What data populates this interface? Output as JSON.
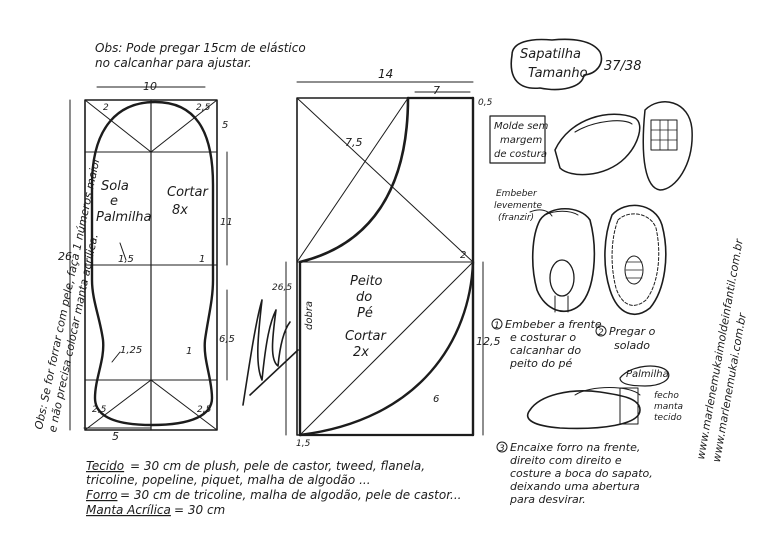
{
  "header_note": {
    "line1": "Obs: Pode pregar 15cm de elástico",
    "line2": "no calcanhar para ajustar."
  },
  "side_note": {
    "line1": "Obs: Se for forrar com pele, faça 1 números maior",
    "line2": "e não precisa colocar manta acrílica."
  },
  "sole_piece": {
    "label_a": "Sola",
    "label_b": "e",
    "label_c": "Palmilha",
    "cut_a": "Cortar",
    "cut_b": "8x",
    "dim_width": "10",
    "dim_height": "26",
    "dim_2_top": "2",
    "dim_25_top": "2,5",
    "dim_5": "5",
    "dim_11": "11",
    "dim_65": "6,5",
    "dim_15": "1,5",
    "dim_1_top": "1",
    "dim_125": "1,25",
    "dim_1_bottom": "1",
    "dim_25_bl": "2,5",
    "dim_25_br": "2,5",
    "dim_bottom_5": "5"
  },
  "upper_piece": {
    "label_a": "Peito",
    "label_b": "do",
    "label_c": "Pé",
    "cut_a": "Cortar",
    "cut_b": "2x",
    "dobra": "dobra",
    "dim_14": "14",
    "dim_7": "7",
    "dim_05": "0,5",
    "dim_75": "7,5",
    "dim_2": "2",
    "dim_265": "26,5",
    "dim_125": "12,5",
    "dim_6": "6",
    "dim_15": "1,5"
  },
  "title": {
    "line1": "Sapatilha",
    "line2": "Tamanho",
    "size": "37/38"
  },
  "molde_box": {
    "line1": "Molde sem",
    "line2": "margem",
    "line3": "de costura"
  },
  "embeber_note": {
    "line1": "Embeber",
    "line2": "levemente",
    "line3": "(franzir)"
  },
  "step1": {
    "num": "1",
    "line1": "Embeber a frente",
    "line2": "e costurar o",
    "line3": "calcanhar do",
    "line4": "peito do pé"
  },
  "step2": {
    "num": "2",
    "line1": "Pregar o",
    "line2": "solado"
  },
  "step3": {
    "num": "3",
    "line1": "Encaixe forro na frente,",
    "line2": "direito com direito e",
    "line3": "costure a boca do sapato,",
    "line4": "deixando uma abertura",
    "line5": "para desvirar."
  },
  "palmilha_tag": "Palmilha",
  "fecho_note": {
    "line1": "fecho",
    "line2": "manta",
    "line3": "tecido"
  },
  "materials": {
    "tecido_label": "Tecido",
    "tecido_text": "= 30 cm de plush, pele de castor, tweed, flanela,",
    "tecido_text2": "tricoline, popeline, piquet, malha de algodão ...",
    "forro_label": "Forro",
    "forro_text": "= 30 cm de tricoline, malha de algodão, pele de castor...",
    "manta_label": "Manta Acrílica",
    "manta_text": "= 30 cm"
  },
  "websites": {
    "line1": "www.marlenemukaimoldeinfantil.com.br",
    "line2": "www.marlenemukai.com.br"
  },
  "colors": {
    "ink": "#1c1c1c",
    "paper": "#ffffff"
  }
}
